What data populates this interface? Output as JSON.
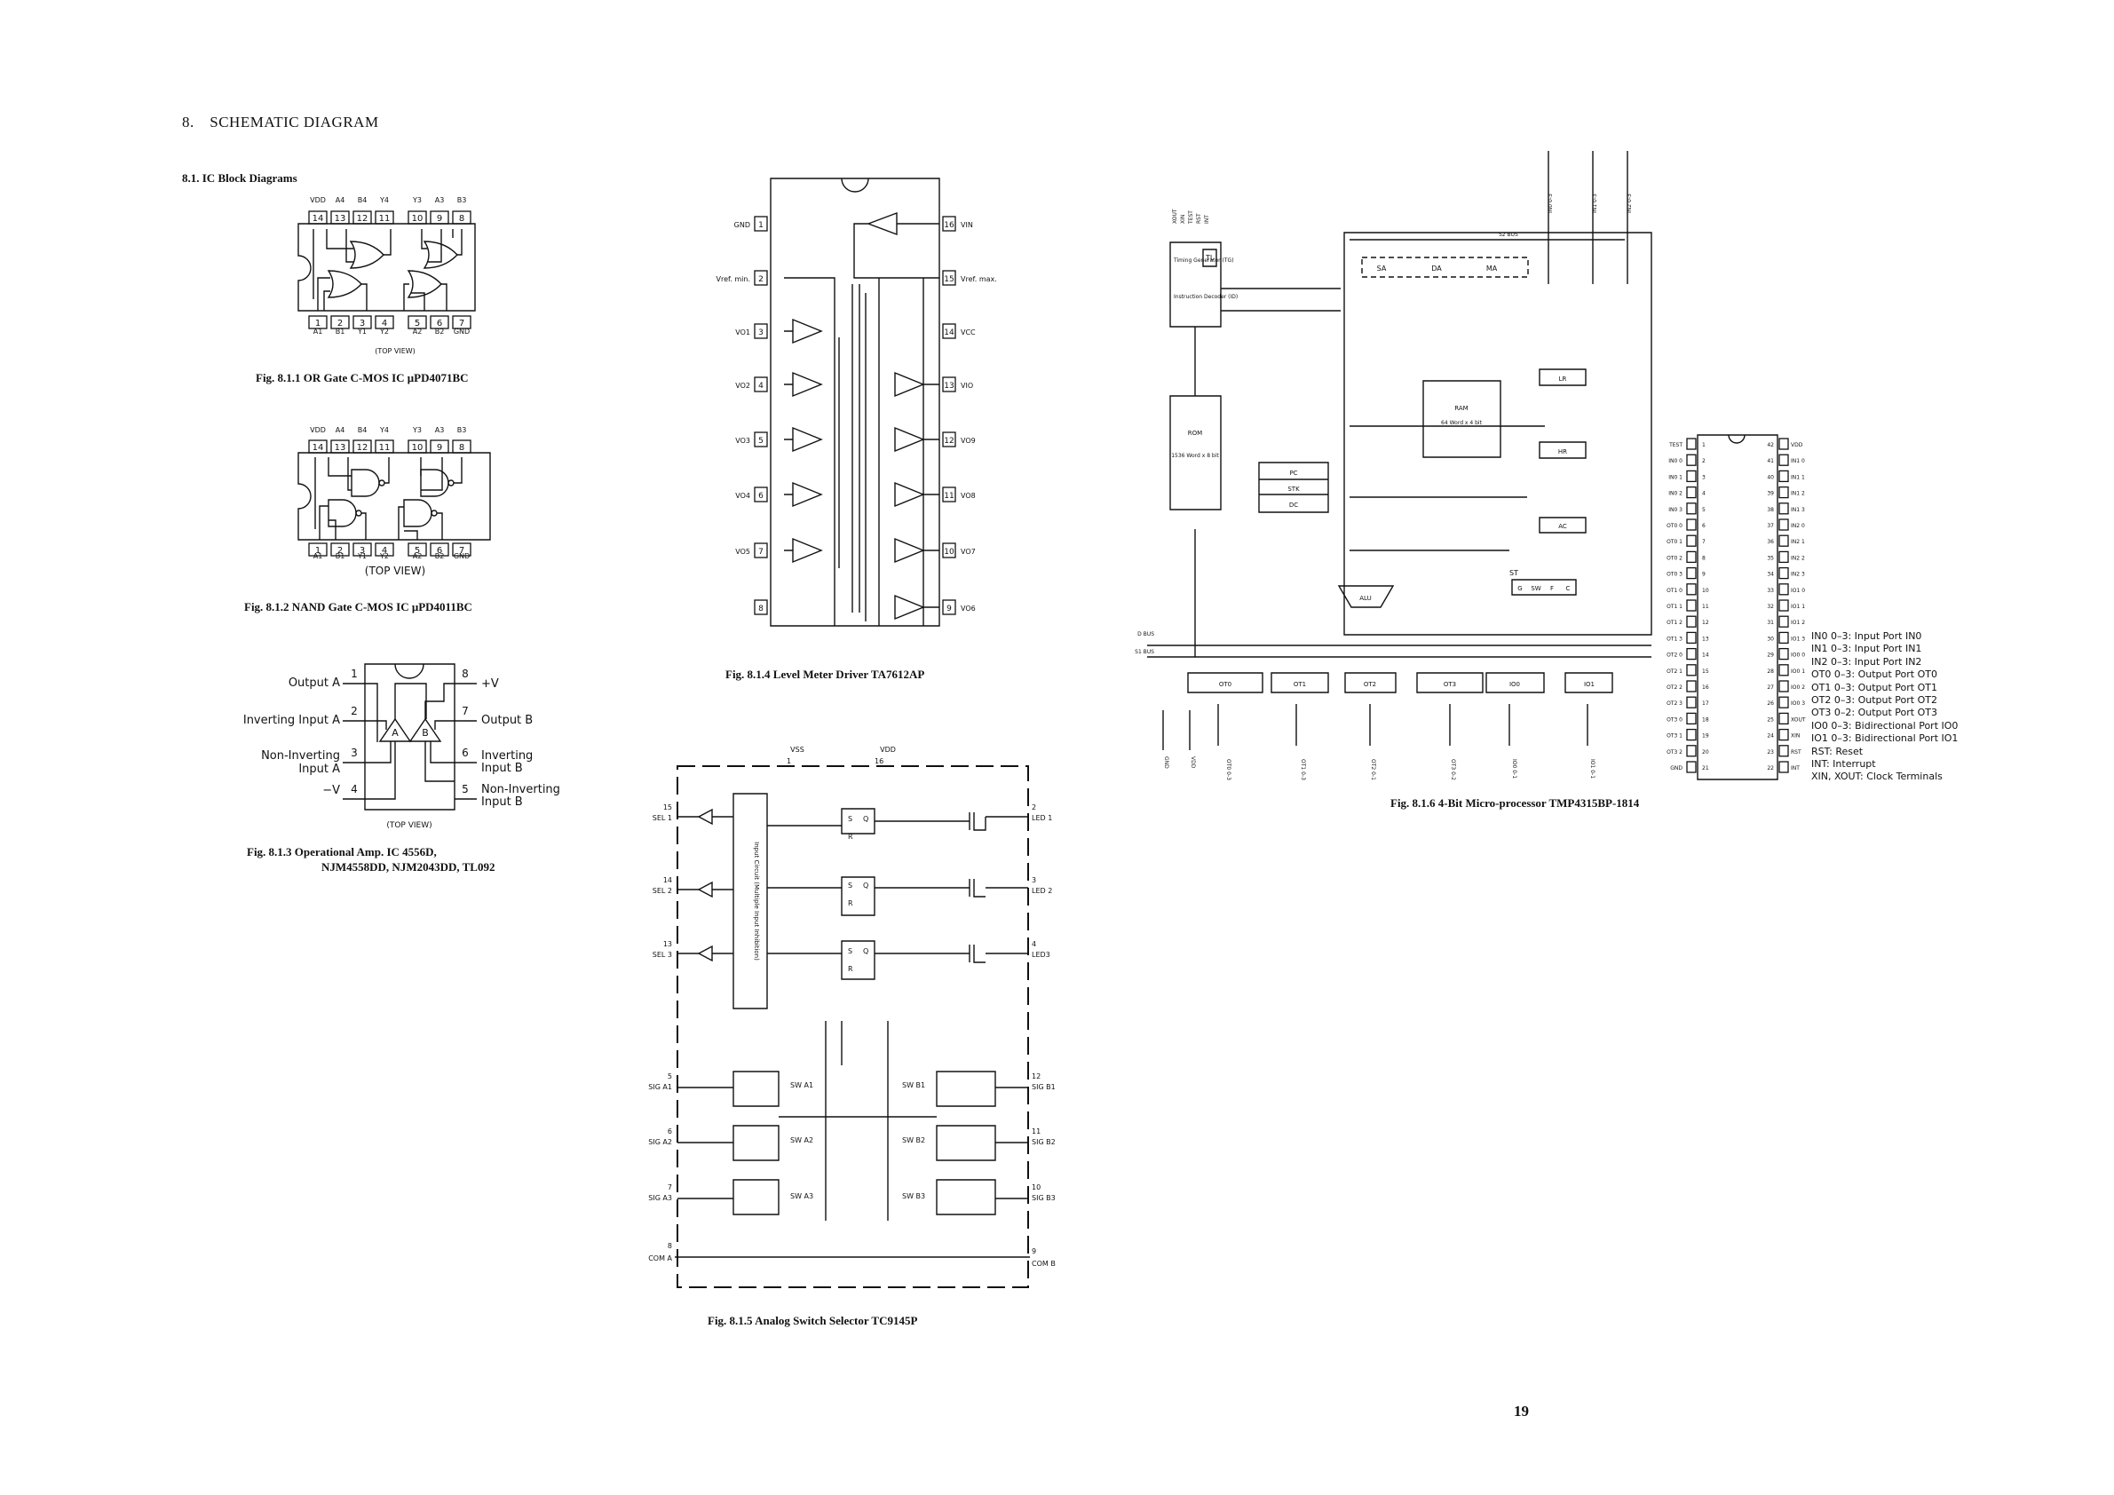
{
  "section_title": "8. SCHEMATIC DIAGRAM",
  "subsection_title": "8.1.  IC Block Diagrams",
  "page_number": "19",
  "top_view": "(TOP VIEW)",
  "captions": {
    "fig1": "Fig. 8.1.1    OR Gate C-MOS IC μPD4071BC",
    "fig2": "Fig. 8.1.2    NAND Gate C-MOS IC μPD4011BC",
    "fig3_line1": "Fig. 8.1.3    Operational Amp. IC 4556D,",
    "fig3_line2": "NJM4558DD, NJM2043DD, TL092",
    "fig4": "Fig. 8.1.4    Level Meter Driver TA7612AP",
    "fig5": "Fig. 8.1.5    Analog Switch Selector TC9145P",
    "fig6": "Fig. 8.1.6    4-Bit Micro-processor TMP4315BP-1814"
  },
  "fig1": {
    "top_labels": [
      "VDD",
      "A4",
      "B4",
      "Y4",
      "Y3",
      "A3",
      "B3"
    ],
    "top_pins": [
      "14",
      "13",
      "12",
      "11",
      "10",
      "9",
      "8"
    ],
    "bottom_pins": [
      "1",
      "2",
      "3",
      "4",
      "5",
      "6",
      "7"
    ],
    "bottom_labels": [
      "A1",
      "B1",
      "Y1",
      "Y2",
      "A2",
      "B2",
      "GND"
    ]
  },
  "fig2": {
    "top_labels": [
      "VDD",
      "A4",
      "B4",
      "Y4",
      "Y3",
      "A3",
      "B3"
    ],
    "top_pins": [
      "14",
      "13",
      "12",
      "11",
      "10",
      "9",
      "8"
    ],
    "bottom_pins": [
      "1",
      "2",
      "3",
      "4",
      "5",
      "6",
      "7"
    ],
    "bottom_labels": [
      "A1",
      "B1",
      "Y1",
      "Y2",
      "A2",
      "B2",
      "GND"
    ]
  },
  "fig3": {
    "left_labels": [
      "Output A",
      "Inverting Input A",
      "Non-Inverting",
      "Input A",
      "−V"
    ],
    "left_pins": [
      "1",
      "2",
      "3",
      "4"
    ],
    "right_pins": [
      "8",
      "7",
      "6",
      "5"
    ],
    "right_labels": [
      "+V",
      "Output B",
      "Inverting",
      "Input B",
      "Non-Inverting",
      "Input B"
    ],
    "amp_a": "A",
    "amp_b": "B"
  },
  "fig4": {
    "left_pins": [
      {
        "n": "1",
        "label": "GND"
      },
      {
        "n": "2",
        "label": "Vref. min."
      },
      {
        "n": "3",
        "label": "VO1"
      },
      {
        "n": "4",
        "label": "VO2"
      },
      {
        "n": "5",
        "label": "VO3"
      },
      {
        "n": "6",
        "label": "VO4"
      },
      {
        "n": "7",
        "label": "VO5"
      },
      {
        "n": "8",
        "label": ""
      }
    ],
    "right_pins": [
      {
        "n": "16",
        "label": "VIN"
      },
      {
        "n": "15",
        "label": "Vref. max."
      },
      {
        "n": "14",
        "label": "VCC"
      },
      {
        "n": "13",
        "label": "VIO"
      },
      {
        "n": "12",
        "label": "VO9"
      },
      {
        "n": "11",
        "label": "VO8"
      },
      {
        "n": "10",
        "label": "VO7"
      },
      {
        "n": "9",
        "label": "VO6"
      }
    ]
  },
  "fig5": {
    "vss": "VSS",
    "vdd": "VDD",
    "vss_pin": "1",
    "vdd_pin": "16",
    "input_block": "Input Circuit (Multiple Input Inhibition)",
    "sel_inputs": [
      {
        "n": "15",
        "label": "SEL 1"
      },
      {
        "n": "14",
        "label": "SEL 2"
      },
      {
        "n": "13",
        "label": "SEL 3"
      }
    ],
    "led_outputs": [
      {
        "n": "2",
        "label": "LED 1"
      },
      {
        "n": "3",
        "label": "LED 2"
      },
      {
        "n": "4",
        "label": "LED3"
      }
    ],
    "ff_s": "S",
    "ff_q": "Q",
    "ff_r": "R",
    "switches_a": [
      "SW A1",
      "SW A2",
      "SW A3"
    ],
    "switches_b": [
      "SW B1",
      "SW B2",
      "SW B3"
    ],
    "sig_a": [
      {
        "n": "5",
        "label": "SIG A1"
      },
      {
        "n": "6",
        "label": "SIG A2"
      },
      {
        "n": "7",
        "label": "SIG A3"
      }
    ],
    "sig_b": [
      {
        "n": "12",
        "label": "SIG B1"
      },
      {
        "n": "11",
        "label": "SIG B2"
      },
      {
        "n": "10",
        "label": "SIG B3"
      }
    ],
    "com_a": {
      "n": "8",
      "label": "COM A"
    },
    "com_b": {
      "n": "9",
      "label": "COM B"
    }
  },
  "fig6": {
    "top_signals": [
      "XOUT",
      "XIN",
      "TEST",
      "RST",
      "INT"
    ],
    "in_ports": [
      "IN0 0-3",
      "IN1 0-3",
      "IN2 0-3"
    ],
    "s2_bus": "S2 BUS",
    "d_bus": "D BUS",
    "s1_bus": "S1 BUS",
    "tg": "Timing Generator (TG)",
    "tl": "TL",
    "id": "Instruction Decoder (ID)",
    "rom": "ROM",
    "rom_size": "1536 Word x 8 bit",
    "ram": "RAM",
    "ram_size": "64 Word x 4 bit",
    "regs_top": [
      "SA",
      "DA",
      "MA"
    ],
    "pc": "PC",
    "stk": "STK",
    "dc": "DC",
    "lr": "LR",
    "hr": "HR",
    "ac": "AC",
    "alu": "ALU",
    "st": "ST",
    "st_bits": [
      "G",
      "SW",
      "F",
      "C"
    ],
    "ports": [
      "OT0",
      "OT1",
      "OT2",
      "OT3",
      "IO0",
      "IO1"
    ],
    "port_labels": [
      "OT0 0-3",
      "OT1 0-3",
      "OT2 0-1",
      "OT3 0-2",
      "IO0 0-1",
      "IO1 0-1"
    ],
    "gnd": "GND",
    "vdd": "VDD",
    "pinout_left": [
      {
        "n": "1",
        "label": "TEST"
      },
      {
        "n": "2",
        "label": "IN0 0"
      },
      {
        "n": "3",
        "label": "IN0 1"
      },
      {
        "n": "4",
        "label": "IN0 2"
      },
      {
        "n": "5",
        "label": "IN0 3"
      },
      {
        "n": "6",
        "label": "OT0 0"
      },
      {
        "n": "7",
        "label": "OT0 1"
      },
      {
        "n": "8",
        "label": "OT0 2"
      },
      {
        "n": "9",
        "label": "OT0 3"
      },
      {
        "n": "10",
        "label": "OT1 0"
      },
      {
        "n": "11",
        "label": "OT1 1"
      },
      {
        "n": "12",
        "label": "OT1 2"
      },
      {
        "n": "13",
        "label": "OT1 3"
      },
      {
        "n": "14",
        "label": "OT2 0"
      },
      {
        "n": "15",
        "label": "OT2 1"
      },
      {
        "n": "16",
        "label": "OT2 2"
      },
      {
        "n": "17",
        "label": "OT2 3"
      },
      {
        "n": "18",
        "label": "OT3 0"
      },
      {
        "n": "19",
        "label": "OT3 1"
      },
      {
        "n": "20",
        "label": "OT3 2"
      },
      {
        "n": "21",
        "label": "GND"
      }
    ],
    "pinout_right": [
      {
        "n": "42",
        "label": "VDD"
      },
      {
        "n": "41",
        "label": "IN1 0"
      },
      {
        "n": "40",
        "label": "IN1 1"
      },
      {
        "n": "39",
        "label": "IN1 2"
      },
      {
        "n": "38",
        "label": "IN1 3"
      },
      {
        "n": "37",
        "label": "IN2 0"
      },
      {
        "n": "36",
        "label": "IN2 1"
      },
      {
        "n": "35",
        "label": "IN2 2"
      },
      {
        "n": "34",
        "label": "IN2 3"
      },
      {
        "n": "33",
        "label": "IO1 0"
      },
      {
        "n": "32",
        "label": "IO1 1"
      },
      {
        "n": "31",
        "label": "IO1 2"
      },
      {
        "n": "30",
        "label": "IO1 3"
      },
      {
        "n": "29",
        "label": "IO0 0"
      },
      {
        "n": "28",
        "label": "IO0 1"
      },
      {
        "n": "27",
        "label": "IO0 2"
      },
      {
        "n": "26",
        "label": "IO0 3"
      },
      {
        "n": "25",
        "label": "XOUT"
      },
      {
        "n": "24",
        "label": "XIN"
      },
      {
        "n": "23",
        "label": "RST"
      },
      {
        "n": "22",
        "label": "INT"
      }
    ],
    "legend": [
      "IN0 0–3:  Input Port IN0",
      "IN1 0–3:  Input Port IN1",
      "IN2 0–3:  Input Port IN2",
      "OT0 0–3:  Output Port OT0",
      "OT1 0–3:  Output Port OT1",
      "OT2 0–3:  Output Port OT2",
      "OT3 0–2:  Output Port OT3",
      "IO0 0–3:  Bidirectional Port IO0",
      "IO1 0–3:  Bidirectional Port IO1",
      "RST:  Reset",
      "INT:  Interrupt",
      "XIN, XOUT:  Clock Terminals"
    ]
  }
}
